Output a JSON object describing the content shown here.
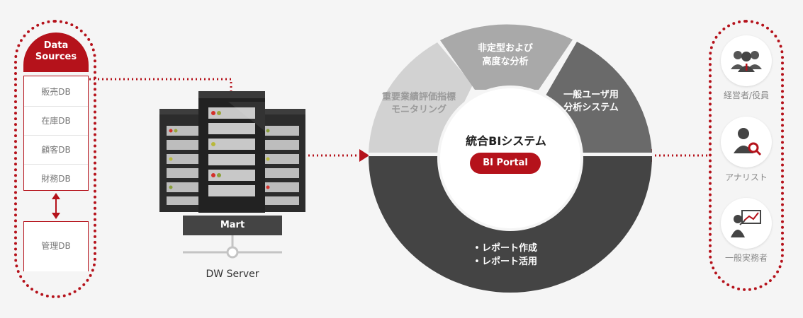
{
  "data_sources": {
    "header_line1": "Data",
    "header_line2": "Sources",
    "items": [
      "販売DB",
      "在庫DB",
      "顧客DB",
      "財務DB"
    ],
    "management": "管理DB"
  },
  "server": {
    "mart_label": "Mart",
    "dw_label": "DW Server"
  },
  "wheel": {
    "center_title": "統合BIシステム",
    "portal_button": "BI Portal",
    "segment_left_line1": "重要業績評価指標",
    "segment_left_line2": "モニタリング",
    "segment_top_line1": "非定型および",
    "segment_top_line2": "高度な分析",
    "segment_right_line1": "一般ユーザ用",
    "segment_right_line2": "分析システム",
    "bullet_1": "レポート作成",
    "bullet_2": "レポート活用",
    "bullet_symbol": "•"
  },
  "users": [
    {
      "label": "経営者/役員",
      "icon": "executives-icon"
    },
    {
      "label": "アナリスト",
      "icon": "analyst-icon"
    },
    {
      "label": "一般実務者",
      "icon": "practitioner-icon"
    }
  ],
  "colors": {
    "accent": "#b5121b",
    "dark_segment": "#444444",
    "mid_segment": "#6a6a6a",
    "light_mid_segment": "#a9a9a9",
    "light_segment": "#d2d2d2"
  }
}
